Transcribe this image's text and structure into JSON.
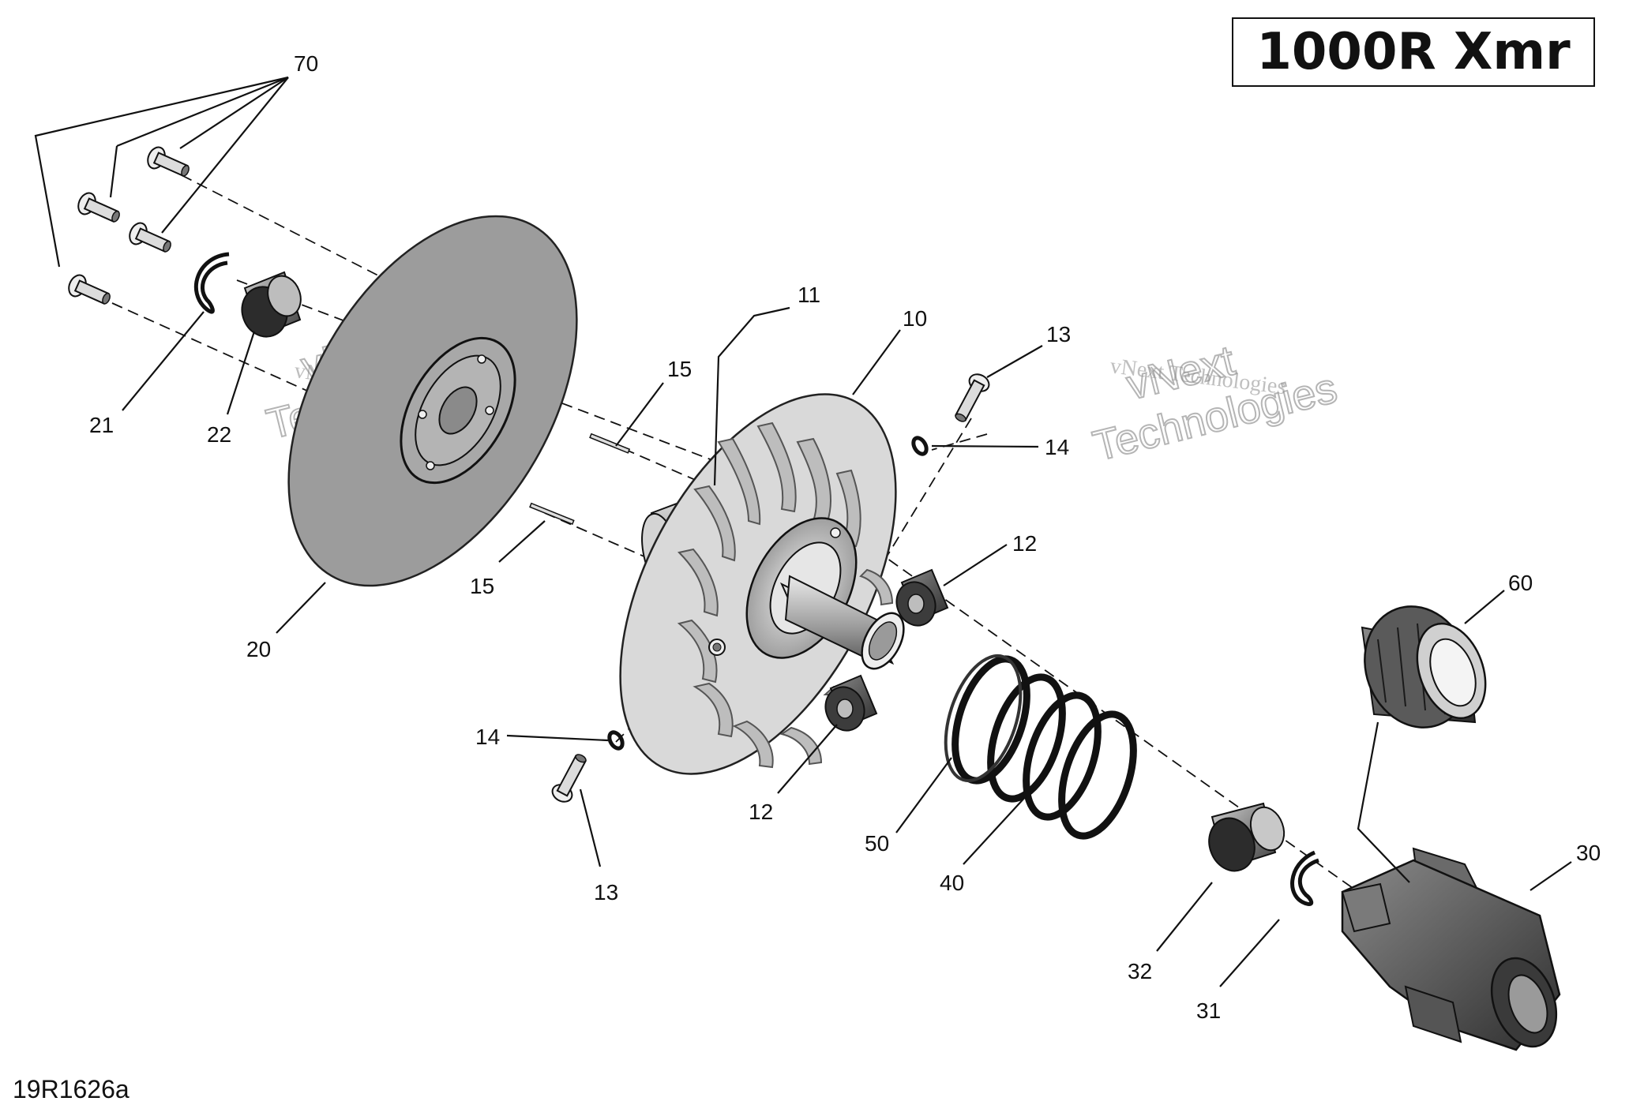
{
  "title": "1000R Xmr",
  "figure_ref": "19R1626a",
  "watermarks": {
    "outline_lines": [
      "vNext",
      "Technologies"
    ],
    "text": "vNext Technologies"
  },
  "callouts": {
    "c70": "70",
    "c21": "21",
    "c22": "22",
    "c20": "20",
    "c11": "11",
    "c10": "10",
    "c15a": "15",
    "c15b": "15",
    "c13a": "13",
    "c14a": "14",
    "c12a": "12",
    "c12b": "12",
    "c14b": "14",
    "c13b": "13",
    "c50": "50",
    "c40": "40",
    "c60": "60",
    "c30": "30",
    "c32": "32",
    "c31": "31"
  },
  "colors": {
    "sheave_fill": "#9c9c9c",
    "metal_light": "#d9d9d9",
    "metal_dark": "#4a4a4a",
    "line": "#111111"
  }
}
